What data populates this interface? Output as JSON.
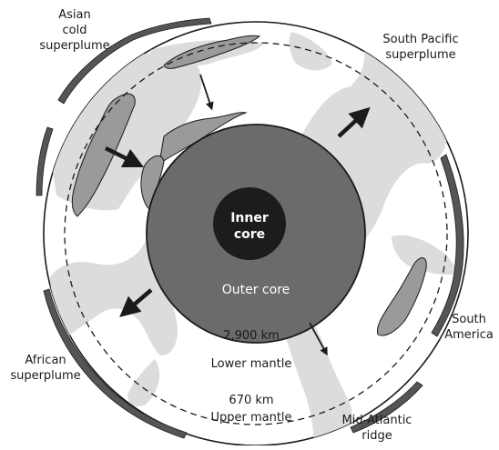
{
  "labels": {
    "asian": [
      "Asian",
      "cold",
      "superplume"
    ],
    "south_pacific": [
      "South Pacific",
      "superplume"
    ],
    "african": [
      "African",
      "superplume"
    ],
    "south_america": [
      "South",
      "America"
    ],
    "mid_atlantic": [
      "Mid-Atlantic",
      "ridge"
    ],
    "inner_core": [
      "Inner",
      "core"
    ],
    "outer_core": "Outer core",
    "depth_2900": "2,900 km",
    "lower_mantle": "Lower mantle",
    "depth_670": "670 km",
    "upper_mantle": "Upper mantle"
  },
  "colors": {
    "inner_core": "#1c1c1c",
    "outer_core": "#6b6b6b",
    "plume_light": "#dcdcdc",
    "slab_dark": "#9a9a9a",
    "crust": "#555555",
    "outline": "#1a1a1a"
  }
}
